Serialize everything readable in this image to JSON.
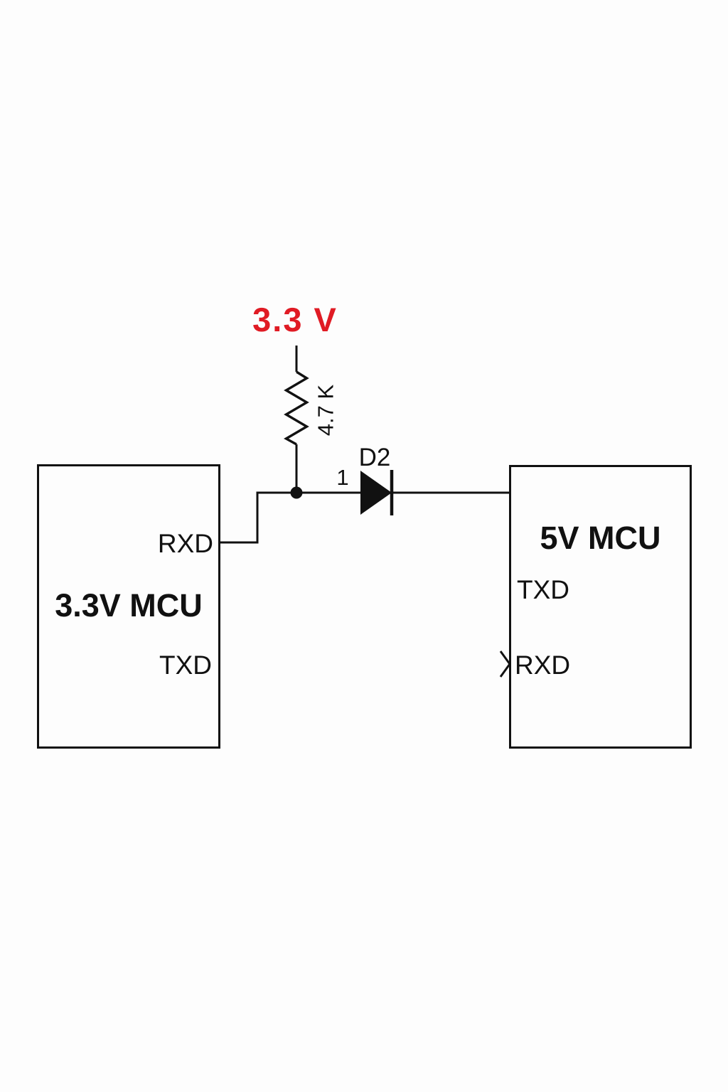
{
  "schematic": {
    "power_net": {
      "label": "3.3 V"
    },
    "resistor": {
      "value": "4.7 K"
    },
    "diode": {
      "ref": "D2",
      "pin_number": "1"
    },
    "left_mcu": {
      "title": "3.3V MCU",
      "pin_rxd": "RXD",
      "pin_txd": "TXD"
    },
    "right_mcu": {
      "title": "5V MCU",
      "pin_txd": "TXD",
      "pin_rxd": "RXD"
    },
    "colors": {
      "power_label_red": "#e01b24",
      "ink_black": "#111111",
      "background": "#fdfdfd"
    }
  }
}
